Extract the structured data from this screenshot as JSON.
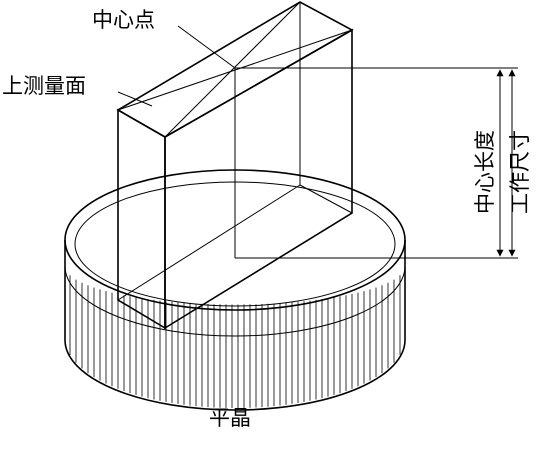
{
  "labels": {
    "center_point": "中心点",
    "upper_measuring_face": "上测量面",
    "center_length": "中心长度",
    "working_size": "工作尺寸",
    "optical_flat": "平晶"
  }
}
